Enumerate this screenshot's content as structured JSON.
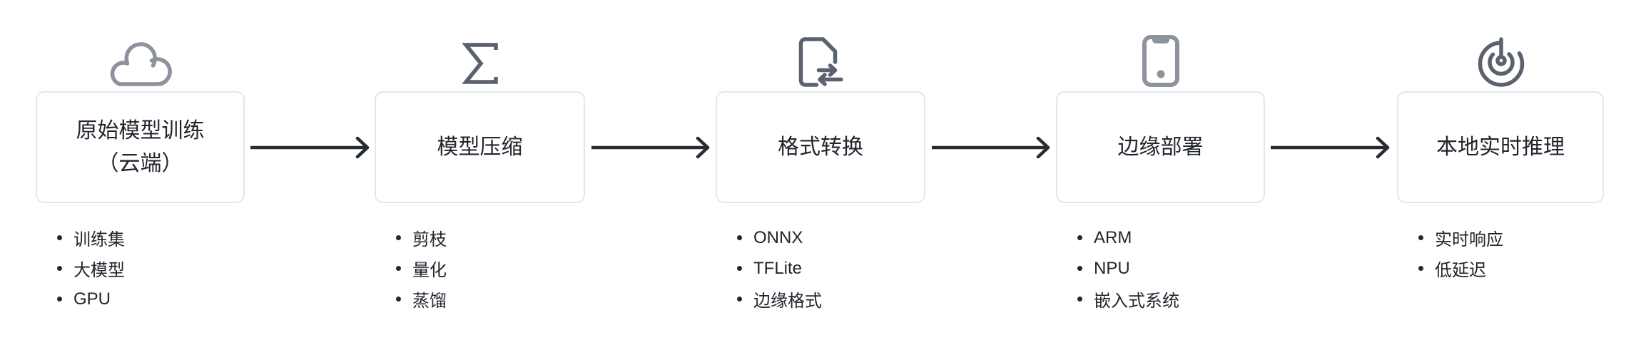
{
  "diagram": {
    "stages": [
      {
        "title": "原始模型训练\n（云端）",
        "icon": "cloud-icon",
        "bullets": [
          "训练集",
          "大模型",
          "GPU"
        ]
      },
      {
        "title": "模型压缩",
        "icon": "sigma-icon",
        "bullets": [
          "剪枝",
          "量化",
          "蒸馏"
        ]
      },
      {
        "title": "格式转换",
        "icon": "file-transfer-icon",
        "bullets": [
          "ONNX",
          "TFLite",
          "边缘格式"
        ]
      },
      {
        "title": "边缘部署",
        "icon": "smartphone-icon",
        "bullets": [
          "ARM",
          "NPU",
          "嵌入式系统"
        ]
      },
      {
        "title": "本地实时推理",
        "icon": "radar-icon",
        "bullets": [
          "实时响应",
          "低延迟"
        ]
      }
    ],
    "colors": {
      "background": "#ffffff",
      "text": "#21262e",
      "arrow": "#272c33",
      "box_border": "#e4e6ea",
      "icon_light": "#8d939c",
      "icon_dark": "#5b626d"
    }
  }
}
